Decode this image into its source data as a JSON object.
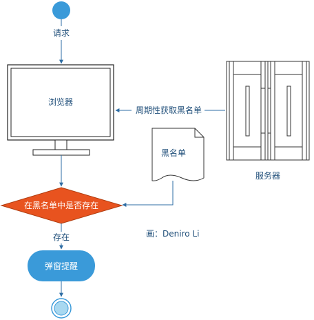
{
  "nodes": {
    "request": "请求",
    "browser": "浏览器",
    "periodic_fetch": "周期性获取黑名单",
    "blacklist_doc": "黑名单",
    "server": "服务器",
    "decision": "在黑名单中是否存在",
    "exists_label": "存在",
    "popup": "弹窗提醒",
    "author": "画：Deniro Li"
  },
  "colors": {
    "line": "#2e6da4",
    "start_node": "#3a9ad9",
    "decision_fill": "#e8531f",
    "popup_fill": "#3a9ad9",
    "end_ring": "#a8d8f0",
    "text": "#1f4e79"
  }
}
